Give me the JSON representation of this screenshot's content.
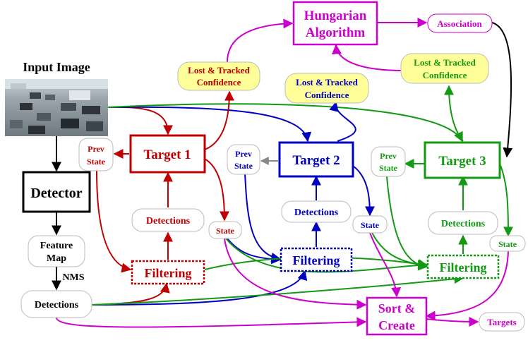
{
  "colors": {
    "red": "#c00000",
    "blue": "#0000c0",
    "green": "#139a13",
    "magenta": "#cc00cc",
    "black": "#000000",
    "yellow": "#ffff99",
    "gray": "#888888"
  },
  "input": {
    "title": "Input Image"
  },
  "nodes": {
    "hungarian": {
      "line1": "Hungarian",
      "line2": "Algorithm"
    },
    "association": "Association",
    "conf1": {
      "line1": "Lost & Tracked",
      "line2": "Confidence"
    },
    "conf2": {
      "line1": "Lost & Tracked",
      "line2": "Confidence"
    },
    "conf3": {
      "line1": "Lost & Tracked",
      "line2": "Confidence"
    },
    "target1": "Target 1",
    "target2": "Target 2",
    "target3": "Target 3",
    "prev1": {
      "line1": "Prev",
      "line2": "State"
    },
    "prev2": {
      "line1": "Prev",
      "line2": "State"
    },
    "prev3": {
      "line1": "Prev",
      "line2": "State"
    },
    "detector": "Detector",
    "feature_map": {
      "line1": "Feature",
      "line2": "Map"
    },
    "nms": "NMS",
    "detections_main": "Detections",
    "det1": "Detections",
    "det2": "Detections",
    "det3": "Detections",
    "state1": "State",
    "state2": "State",
    "state3": "State",
    "filter1": "Filtering",
    "filter2": "Filtering",
    "filter3": "Filtering",
    "sort": {
      "line1": "Sort &",
      "line2": "Create"
    },
    "targets": "Targets"
  }
}
